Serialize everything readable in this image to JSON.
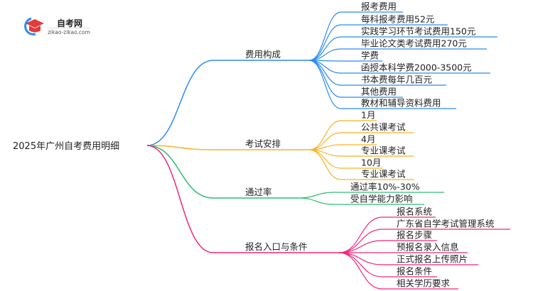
{
  "logo": {
    "title": "自考网",
    "url": "zikao-zikao.com"
  },
  "root": "2025年广州自考费用明细",
  "colors": {
    "blue": "#2b8cf0",
    "orange": "#f5b324",
    "green": "#2cbf73",
    "pink": "#f0267a"
  },
  "branches": [
    {
      "label": "费用构成",
      "color": "blue",
      "leaves": [
        "报考费用",
        "每科报考费用52元",
        "实践学习环节考试费用150元",
        "毕业论文类考试费用270元",
        "学费",
        "函授本科学费2000-3500元",
        "书本费每年几百元",
        "其他费用",
        "教材和辅导资料费用"
      ]
    },
    {
      "label": "考试安排",
      "color": "orange",
      "leaves": [
        "1月",
        "公共课考试",
        "4月",
        "专业课考试",
        "10月",
        "专业课考试"
      ]
    },
    {
      "label": "通过率",
      "color": "green",
      "leaves": [
        "通过率10%-30%",
        "受自学能力影响"
      ]
    },
    {
      "label": "报名入口与条件",
      "color": "pink",
      "leaves": [
        "报名系统",
        "广东省自学考试管理系统",
        "报名步骤",
        "预报名录入信息",
        "正式报名上传照片",
        "报名条件",
        "相关学历要求"
      ]
    }
  ]
}
